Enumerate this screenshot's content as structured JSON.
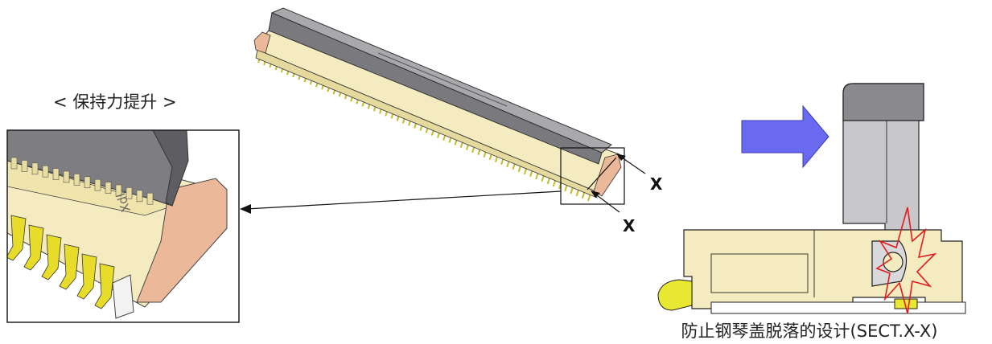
{
  "labels": {
    "detail_title": "< 保持力提升 >",
    "section_caption": "防止钢琴盖脱落的设计(SECT.X-X)",
    "section_mark_upper": "X",
    "section_mark_lower": "X",
    "part_marking": "Xdl"
  },
  "colors": {
    "housing_beige": "#f6eec0",
    "housing_beige_dark": "#e6dba0",
    "actuator_gray": "#8c8c90",
    "actuator_gray_dark": "#5e5e62",
    "contact_yellow": "#e8dc2a",
    "fitting_pink": "#ebb99a",
    "push_arrow_blue": "#6a6af0",
    "interference_red": "#e31b1b",
    "outline": "#1a1a1a"
  },
  "icons": {
    "push_direction": "right-arrow-icon",
    "interference": "starburst-icon"
  }
}
